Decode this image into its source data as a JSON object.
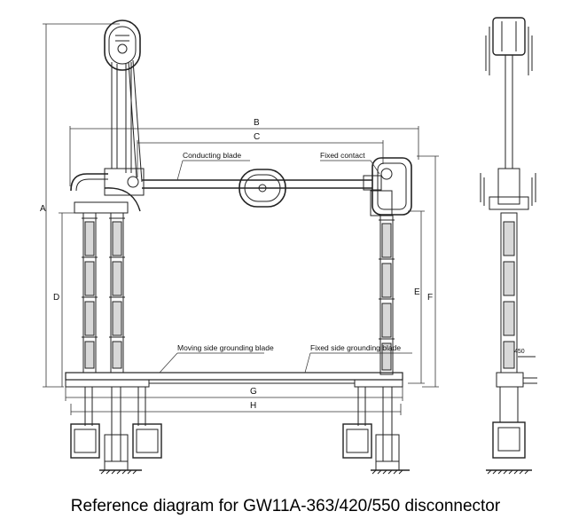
{
  "caption": "Reference diagram for GW11A-363/420/550 disconnector",
  "labels": {
    "conducting_blade": "Conducting blade",
    "fixed_contact": "Fixed contact",
    "moving_grounding": "Moving side grounding blade",
    "fixed_grounding": "Fixed side grounding blade"
  },
  "dimensions": {
    "A": "A",
    "B": "B",
    "C": "C",
    "D": "D",
    "E": "E",
    "F": "F",
    "G": "G",
    "H": "H",
    "side": "450"
  }
}
